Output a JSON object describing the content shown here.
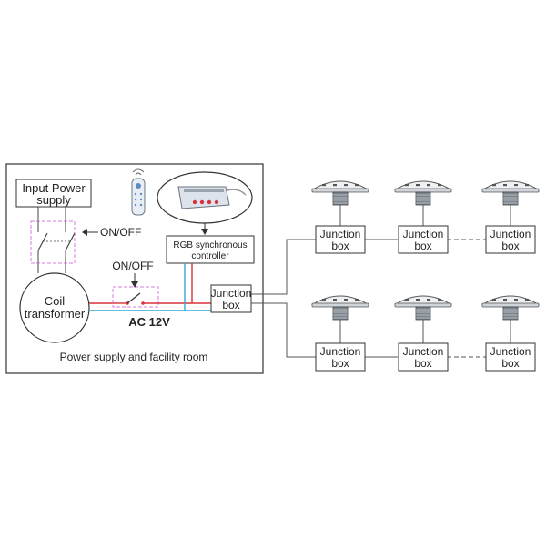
{
  "facility": {
    "input_power_line1": "Input Power",
    "input_power_line2": "supply",
    "switch_label_top": "ON/OFF",
    "switch_label_mid": "ON/OFF",
    "coil_line1": "Coil",
    "coil_line2": "transformer",
    "ac_label": "AC 12V",
    "rgb_line1": "RGB synchronous",
    "rgb_line2": "controller",
    "junction_line1": "Junction",
    "junction_line2": "box",
    "room_caption": "Power supply and facility room"
  },
  "lights": {
    "junction_line1": "Junction",
    "junction_line2": "box"
  },
  "colors": {
    "frame": "#333333",
    "live_wire": "#d9323c",
    "data_wire": "#35a6d6",
    "switch_box": "#d77be0",
    "wire": "#555555"
  }
}
